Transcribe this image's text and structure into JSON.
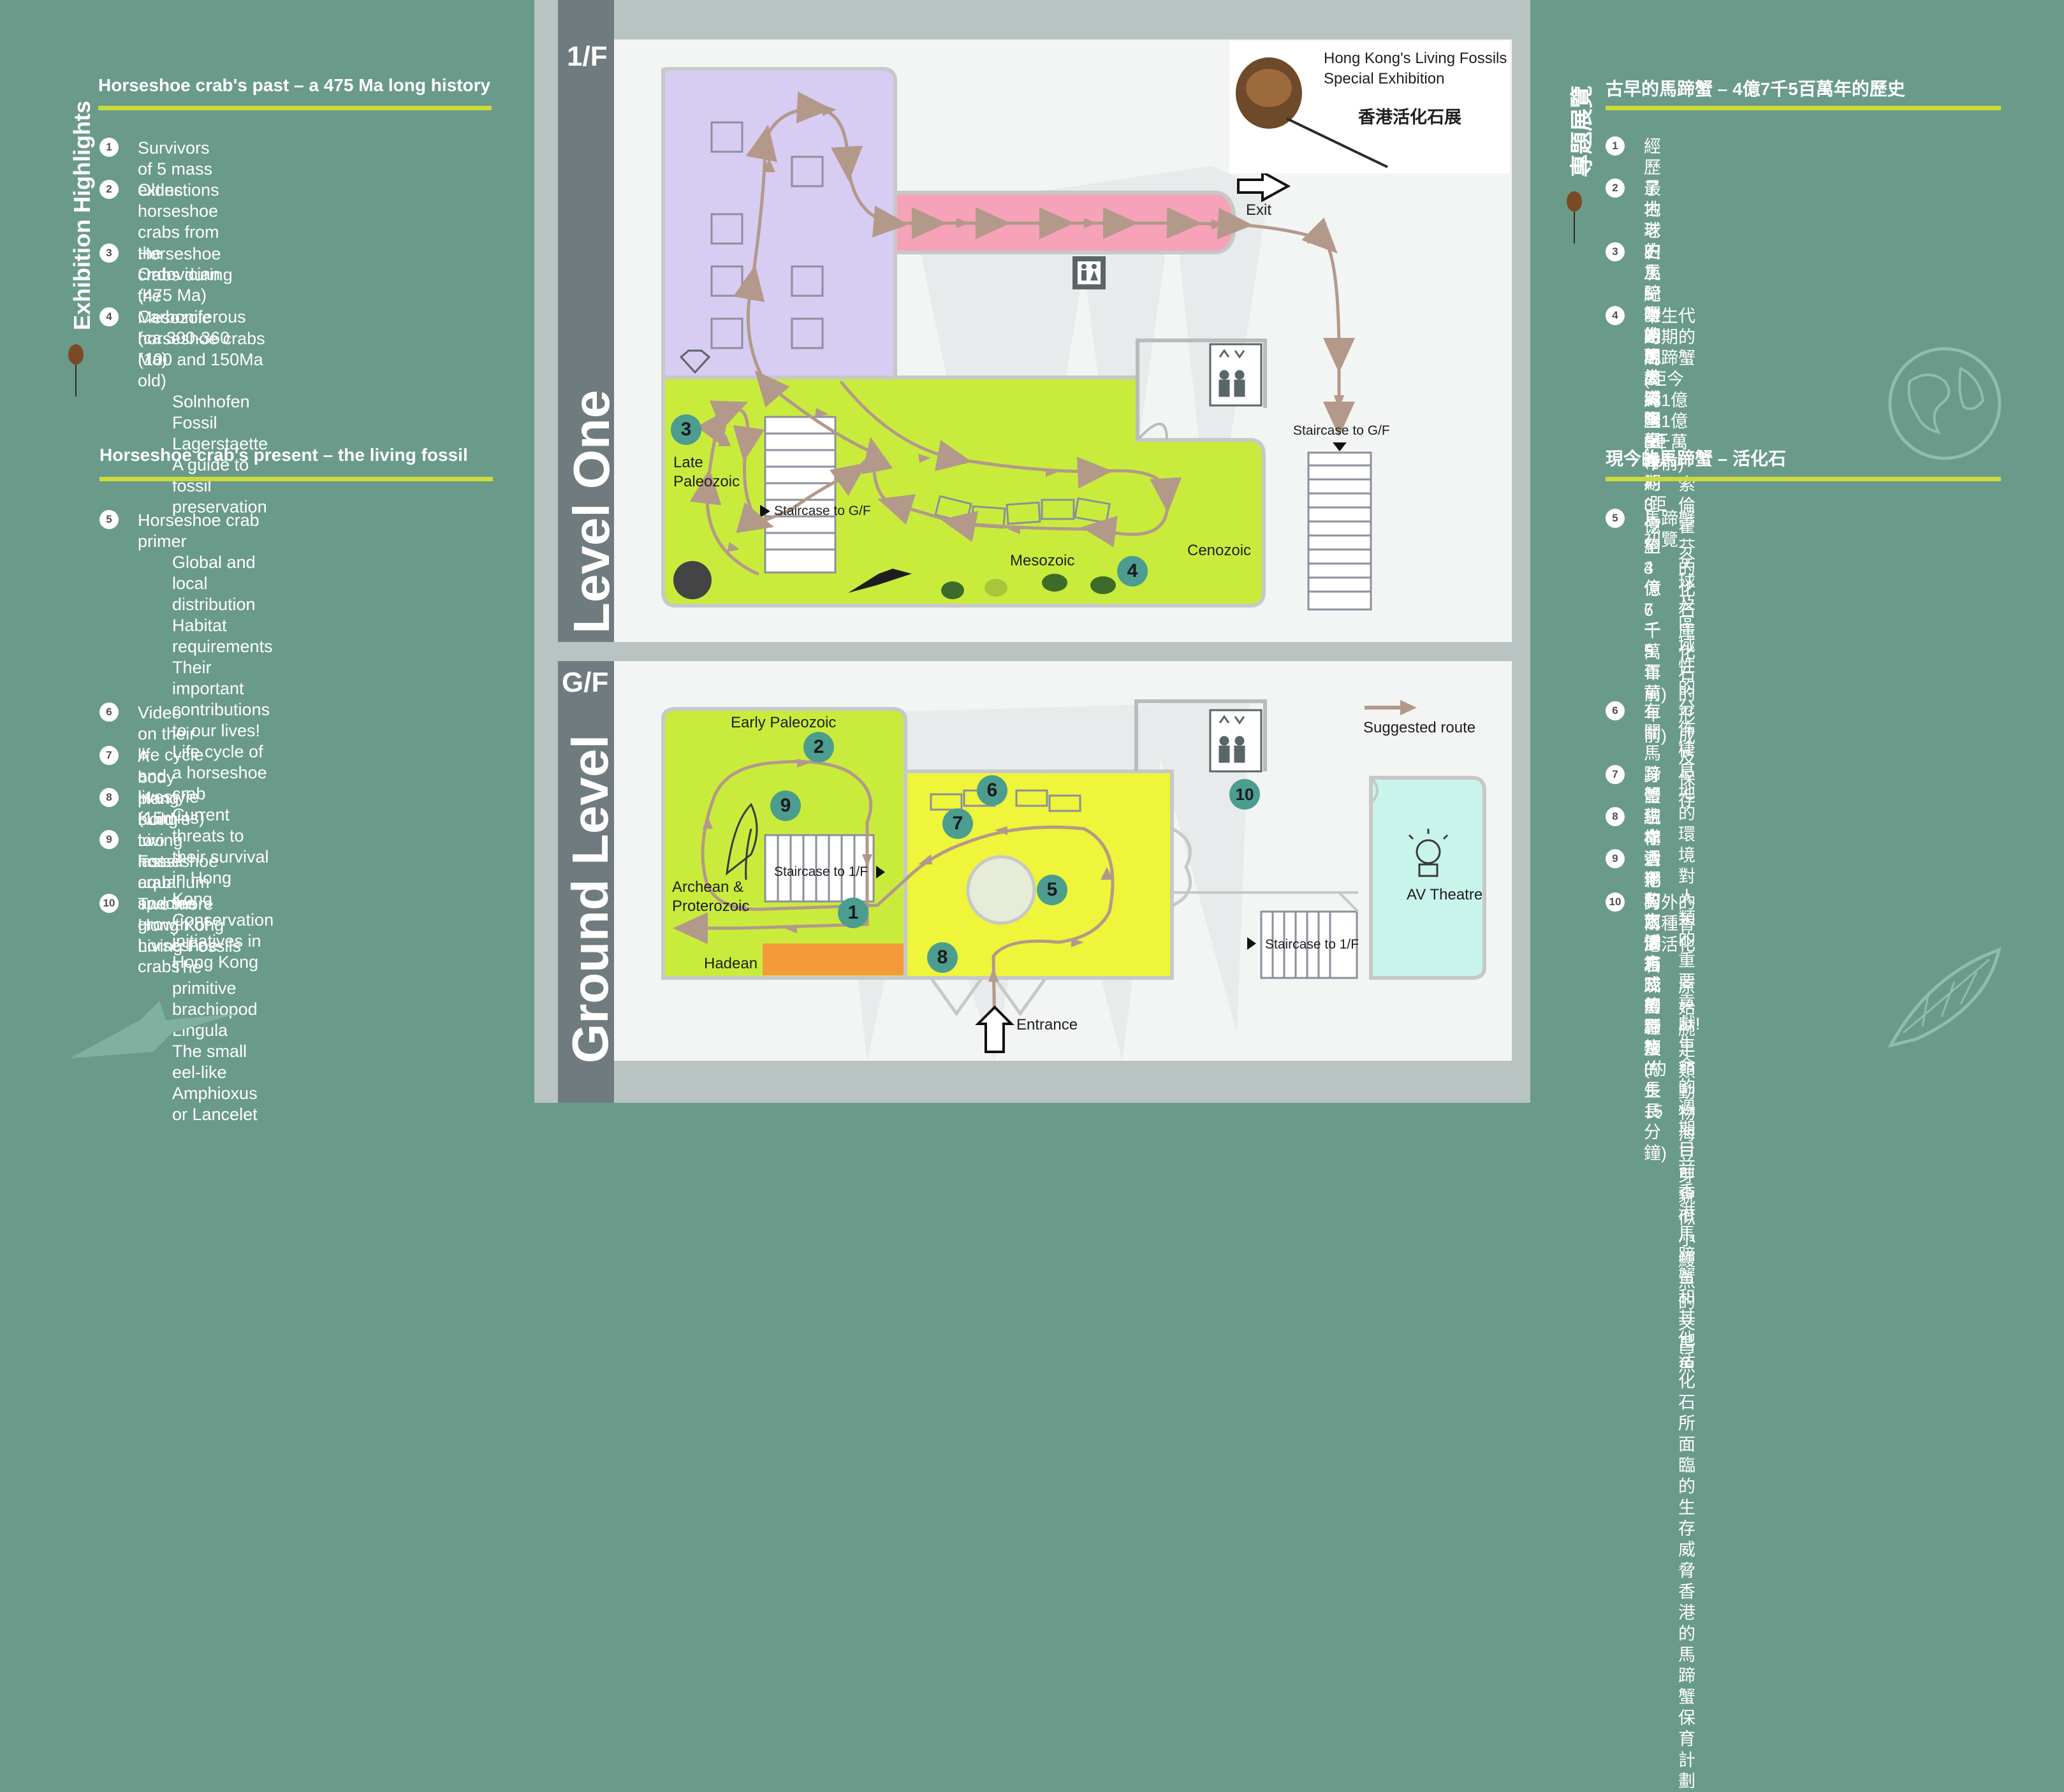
{
  "left_panel": {
    "vertical_title": "Exhibition Highlights",
    "past_heading": "Horseshoe crab's past – a 475 Ma long history",
    "past_items": [
      {
        "num": "1",
        "lines": [
          "Survivors of 5 mass extinctions"
        ]
      },
      {
        "num": "2",
        "lines": [
          "Oldest horseshoe crabs from the Ordovician",
          "(475 Ma)"
        ]
      },
      {
        "num": "3",
        "lines": [
          "Horseshoe crabs during the Carboniferous",
          "(ca 300-360 Ma)"
        ]
      },
      {
        "num": "4",
        "lines": [
          "Mesozoic horseshoe crabs (100 and 150Ma old)"
        ],
        "subs": [
          "Solnhofen Fossil Lagerstaette",
          "A guide to fossil preservation"
        ]
      }
    ],
    "present_heading": "Horseshoe crab's present – the living fossil",
    "present_items": [
      {
        "num": "5",
        "lines": [
          "Horseshoe crab primer"
        ],
        "subs": [
          "Global and local distribution",
          "Habitat requirements",
          "Their important contributions to our lives!",
          "Life cycle of a horseshoe crab",
          "Current threats to their survival in Hong",
          "Kong",
          "Conservation initiatives in Hong Kong"
        ]
      },
      {
        "num": "6",
        "lines": [
          "Video on their life cycle and livestyle (15mins)"
        ]
      },
      {
        "num": "7",
        "lines": [
          "A body plan build to last"
        ]
      },
      {
        "num": "8",
        "lines": [
          "Hong Kong's two horseshoe crab species"
        ]
      },
      {
        "num": "9",
        "lines": [
          "Living Fossil aquarium and the growth of",
          "horseshoe crabs"
        ]
      },
      {
        "num": "10",
        "lines": [
          "Two more Hong Kong Living Fossils"
        ],
        "subs": [
          "The primitive brachiopod Lingula",
          "The small eel-like Amphioxus or Lancelet"
        ]
      }
    ]
  },
  "right_panel": {
    "vertical_title": "專題展覽",
    "past_heading": "古早的馬蹄蟹 – 4億7千5百萬年的歷史",
    "past_items": [
      {
        "num": "1",
        "lines": [
          "經歷了地球史上5次生態大滅絕事件"
        ]
      },
      {
        "num": "2",
        "lines": [
          "最古老的馬蹄蟹始現於奧陶紀時期",
          "(距今約4億7千5百萬年前)"
        ]
      },
      {
        "num": "3",
        "lines": [
          "石灰紀時期的馬蹄蟹",
          "(距今約3億至3億6千萬年前)"
        ]
      },
      {
        "num": "4",
        "lines": [
          "中生代時期的馬蹄蟹",
          "(距今約1億至1億5千萬年前)"
        ],
        "subs": [
          "索倫霍芬的化石庫",
          "化石的形成及保存"
        ]
      }
    ],
    "present_heading": "現今的馬蹄蟹 – 活化石",
    "present_items": [
      {
        "num": "5",
        "lines": [
          "馬蹄蟹初覽"
        ],
        "subs": [
          "全球及區域性的分佈",
          "棲息地的環境",
          "對人類的重要貢獻!",
          "生命的週期",
          "目前香港馬蹄蟹和其他活化石所面臨的生",
          "存威脅",
          "香港的馬蹄蟹保育計劃"
        ]
      },
      {
        "num": "6",
        "lines": [
          "有關馬蹄蟹生命週期和生活方式的影片",
          " (約長15分鐘)"
        ]
      },
      {
        "num": "7",
        "lines": [
          "身體結構"
        ]
      },
      {
        "num": "8",
        "lines": [
          "現存香港的兩個馬蹄蟹種類"
        ]
      },
      {
        "num": "9",
        "lines": [
          "活化石水族箱及馬蹄蟹的生長"
        ]
      },
      {
        "num": "10",
        "lines": [
          "另外的兩種香港活化石"
        ],
        "subs": [
          "原始腕足類動物海豆芽",
          "貌似小鰻魚的文昌魚"
        ]
      }
    ]
  },
  "level_one": {
    "floor_tag": "1/F",
    "vertical_label": "Level One",
    "logo_line1": "Hong Kong's Living Fossils",
    "logo_line2": "Special Exhibition",
    "logo_line3": "香港活化石展",
    "exit_label": "Exit",
    "staircase_right": "Staircase to G/F",
    "staircase_inner": "Staircase to G/F",
    "late_paleozoic_1": "Late",
    "late_paleozoic_2": "Paleozoic",
    "mesozoic": "Mesozoic",
    "cenozoic": "Cenozoic",
    "marker_3": "3",
    "marker_4": "4"
  },
  "ground_level": {
    "floor_tag": "G/F",
    "vertical_label": "Ground Level",
    "early_paleozoic": "Early Paleozoic",
    "archean_1": "Archean &",
    "archean_2": "Proterozoic",
    "hadean": "Hadean",
    "staircase_left": "Staircase to 1/F",
    "staircase_right": "Staircase to 1/F",
    "av_theatre": "AV Theatre",
    "entrance": "Entrance",
    "suggested_route": "Suggested route",
    "markers": [
      "1",
      "2",
      "5",
      "6",
      "7",
      "8",
      "9",
      "10"
    ]
  },
  "colors": {
    "panel": "#6a9a8a",
    "lime": "#c9ec3c",
    "lavender": "#d7ccf2",
    "pink": "#f6a2b8",
    "yellow": "#eef53a",
    "orange": "#f59a3a",
    "mint": "#c9f4ec",
    "route": "#b3998a",
    "accent_rule": "#c9db3a"
  }
}
